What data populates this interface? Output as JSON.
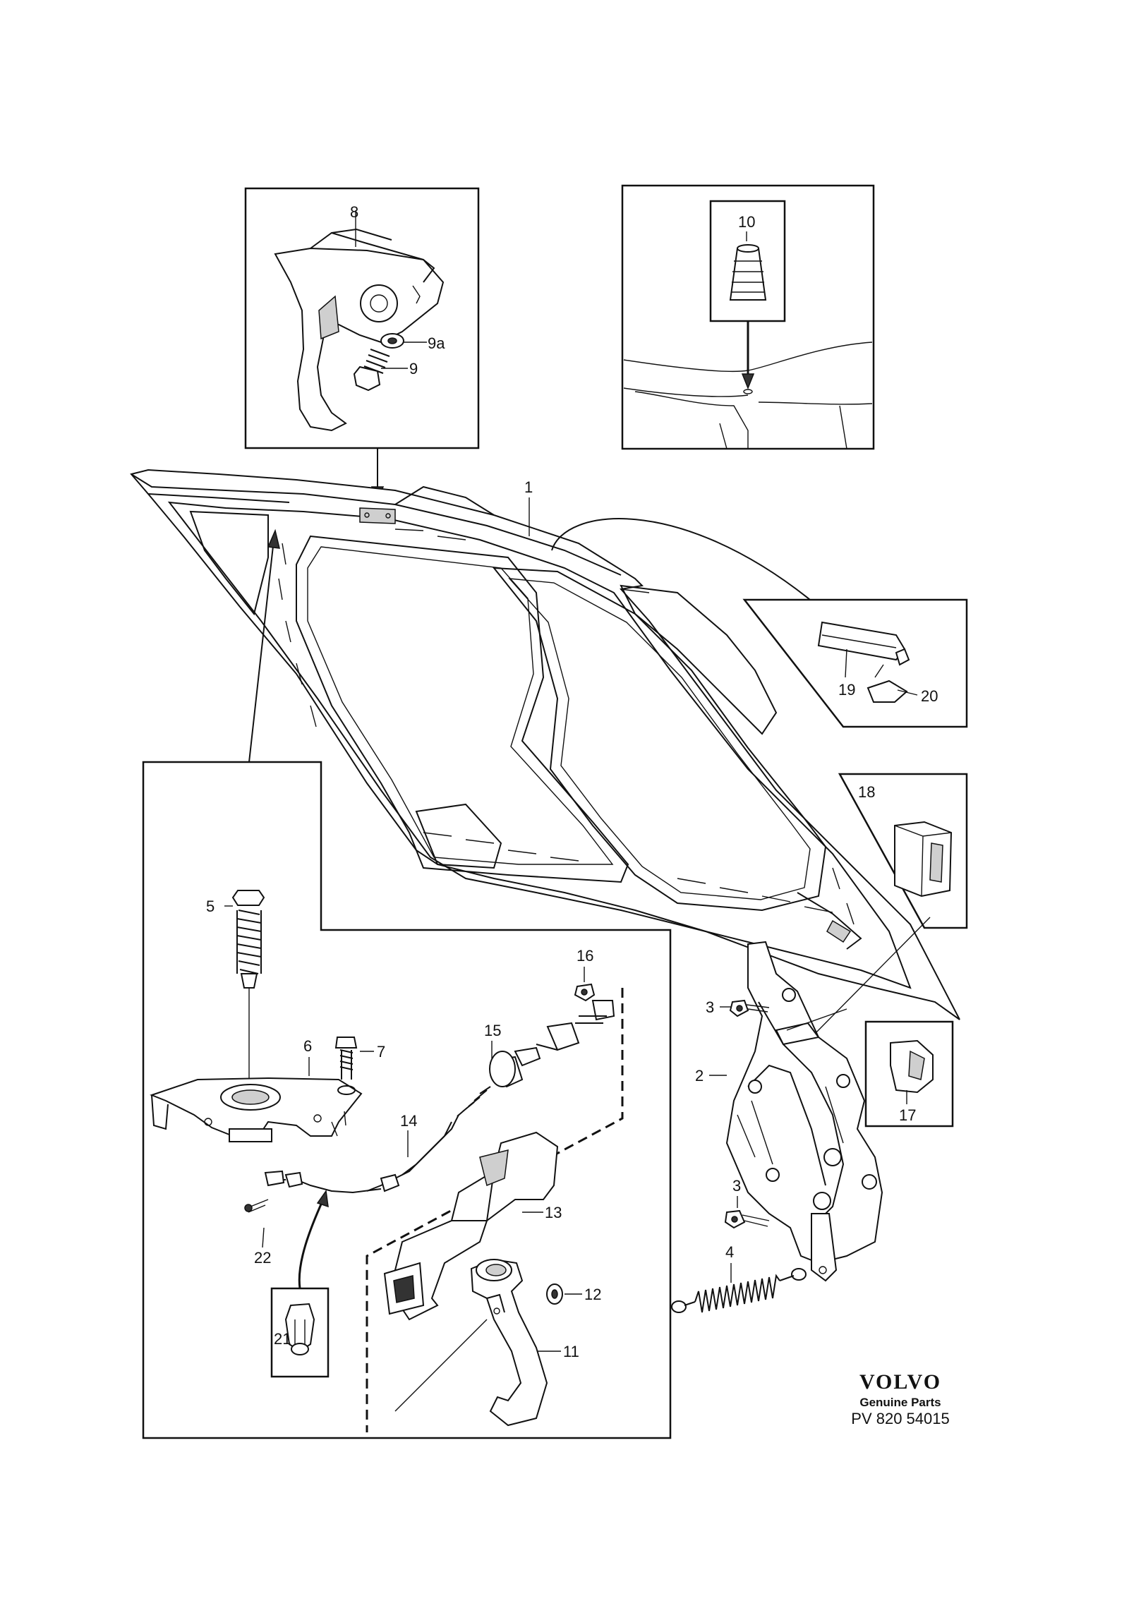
{
  "brand": {
    "name": "VOLVO",
    "subtitle": "Genuine Parts",
    "code": "PV 820 54015"
  },
  "callouts": {
    "c1": "1",
    "c2": "2",
    "c3a": "3",
    "c3b": "3",
    "c4": "4",
    "c5": "5",
    "c6": "6",
    "c7": "7",
    "c8": "8",
    "c9": "9",
    "c9a": "9a",
    "c10": "10",
    "c11": "11",
    "c12": "12",
    "c13": "13",
    "c14": "14",
    "c15": "15",
    "c16": "16",
    "c17": "17",
    "c18": "18",
    "c19": "19",
    "c20": "20",
    "c21": "21",
    "c22": "22"
  },
  "icons": [
    "hood-panel",
    "hood-hinge",
    "hood-lock-hook",
    "rubber-bumper",
    "release-cable",
    "release-handle",
    "return-spring",
    "cable-clip"
  ]
}
